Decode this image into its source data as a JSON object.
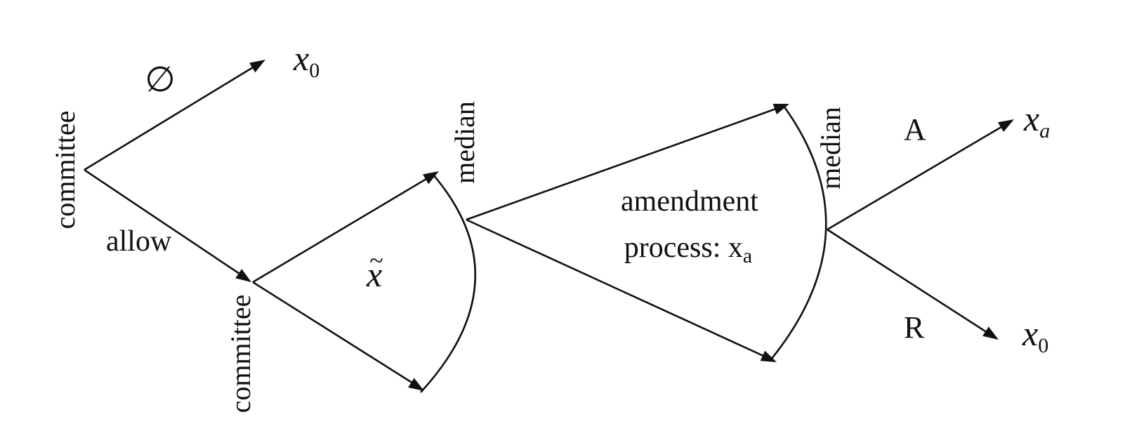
{
  "tree": {
    "root": {
      "player": "committee",
      "moves": {
        "closed": "∅",
        "open": "allow"
      }
    },
    "committee_node": {
      "player": "committee",
      "proposal": "x",
      "proposal_mark": "~"
    },
    "median_nodes": [
      "median",
      "median"
    ],
    "amendment": {
      "line1": "amendment",
      "line2_prefix": "process: x",
      "line2_sub": "a"
    },
    "final_moves": {
      "accept": "A",
      "reject": "R"
    },
    "outcomes": {
      "status_quo_top": {
        "main": "x",
        "sub": "0"
      },
      "amended": {
        "main": "x",
        "sub": "a"
      },
      "status_quo_bottom": {
        "main": "x",
        "sub": "0"
      }
    }
  }
}
